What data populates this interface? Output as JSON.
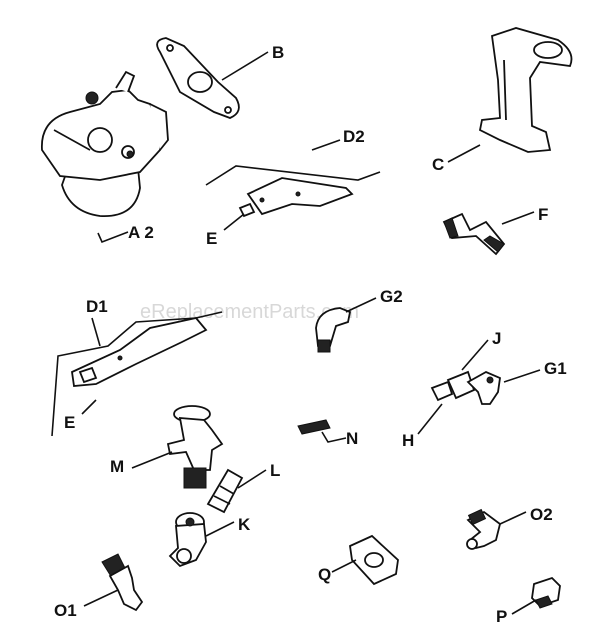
{
  "watermark": "eReplacementParts.com",
  "labels": {
    "A2": "A 2",
    "B": "B",
    "C": "C",
    "D2": "D2",
    "E_top": "E",
    "F": "F",
    "G2": "G2",
    "D1": "D1",
    "J": "J",
    "G1": "G1",
    "E_bottom": "E",
    "H": "H",
    "N": "N",
    "M": "M",
    "L": "L",
    "K": "K",
    "O2": "O2",
    "Q": "Q",
    "O1": "O1",
    "P": "P"
  }
}
